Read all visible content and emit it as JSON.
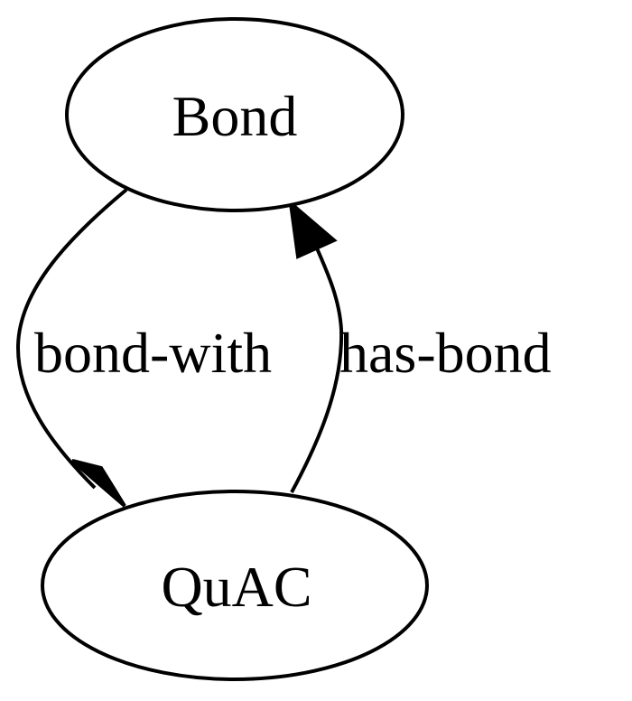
{
  "diagram": {
    "type": "directed-graph",
    "nodes": [
      {
        "id": "bond",
        "label": "Bond"
      },
      {
        "id": "quac",
        "label": "QuAC"
      }
    ],
    "edges": [
      {
        "from": "bond",
        "to": "quac",
        "label": "bond-with"
      },
      {
        "from": "quac",
        "to": "bond",
        "label": "has-bond"
      }
    ]
  },
  "colors": {
    "stroke": "#000000",
    "background": "#ffffff"
  }
}
